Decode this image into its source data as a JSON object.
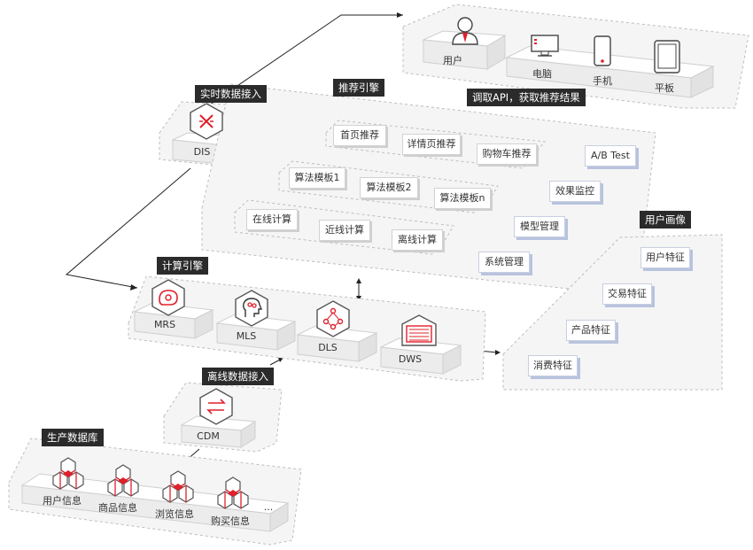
{
  "sections": {
    "users": {
      "user_label": "用户",
      "devices": [
        "电脑",
        "手机",
        "平板"
      ]
    },
    "realtime": {
      "title": "实时数据接入",
      "service": "DIS"
    },
    "api_label": "调取API，获取推荐结果",
    "engine": {
      "title": "推荐引擎",
      "row1": [
        "首页推荐",
        "详情页推荐",
        "购物车推荐"
      ],
      "row2": [
        "算法模板1",
        "算法模板2",
        "算法模板n"
      ],
      "row3": [
        "在线计算",
        "近线计算",
        "离线计算"
      ],
      "side": [
        "A/B Test",
        "效果监控",
        "模型管理",
        "系统管理"
      ]
    },
    "portrait": {
      "title": "用户画像",
      "items": [
        "用户特征",
        "交易特征",
        "产品特征",
        "消费特征"
      ]
    },
    "compute": {
      "title": "计算引擎",
      "services": [
        "MRS",
        "MLS",
        "DLS",
        "DWS"
      ]
    },
    "offline": {
      "title": "离线数据接入",
      "service": "CDM"
    },
    "database": {
      "title": "生产数据库",
      "items": [
        "用户信息",
        "商品信息",
        "浏览信息",
        "购买信息"
      ],
      "more": "..."
    }
  },
  "colors": {
    "accent": "#e0202a",
    "tag_bg": "#2b2b2b",
    "feature_shadow": "#b8c3de"
  }
}
